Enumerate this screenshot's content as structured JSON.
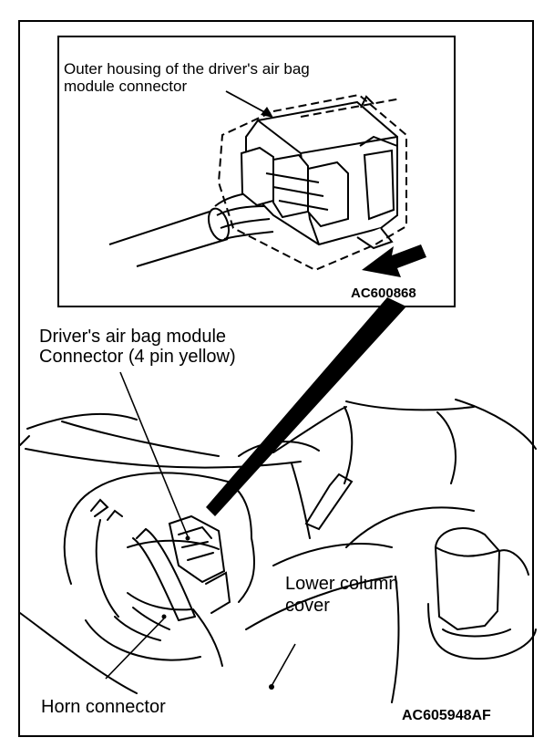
{
  "inset": {
    "label_line1": "Outer housing of the driver's air bag",
    "label_line2": "module connector",
    "figure_code": "AC600868"
  },
  "main": {
    "module_connector_line1": "Driver's air bag module",
    "module_connector_line2": "Connector (4 pin yellow)",
    "lower_column_line1": "Lower column",
    "lower_column_line2": "cover",
    "horn_connector": "Horn connector",
    "figure_code": "AC605948AF"
  },
  "colors": {
    "line": "#000000",
    "background": "#ffffff"
  }
}
